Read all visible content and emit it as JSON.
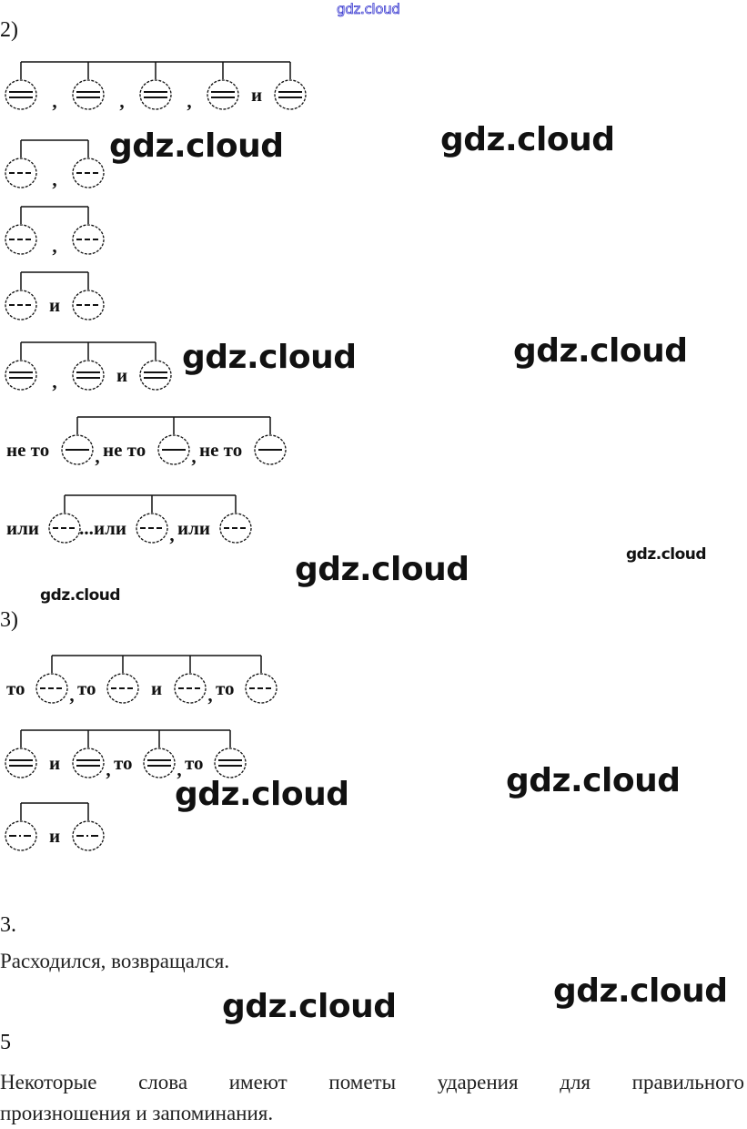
{
  "watermarks": {
    "top": "gdz.cloud",
    "text": "gdz.cloud"
  },
  "section_2": {
    "label": "2)",
    "diagrams": [
      {
        "id": "d2-1",
        "items": [
          {
            "type": "circle",
            "mark": "double"
          },
          {
            "type": "sep",
            "text": ","
          },
          {
            "type": "circle",
            "mark": "double"
          },
          {
            "type": "sep",
            "text": ","
          },
          {
            "type": "circle",
            "mark": "double"
          },
          {
            "type": "sep",
            "text": ","
          },
          {
            "type": "circle",
            "mark": "double"
          },
          {
            "type": "sep",
            "text": "и"
          },
          {
            "type": "circle",
            "mark": "double"
          }
        ]
      },
      {
        "id": "d2-2",
        "items": [
          {
            "type": "circle",
            "mark": "dashed"
          },
          {
            "type": "sep",
            "text": ","
          },
          {
            "type": "circle",
            "mark": "dashed"
          }
        ]
      },
      {
        "id": "d2-3",
        "items": [
          {
            "type": "circle",
            "mark": "dashed"
          },
          {
            "type": "sep",
            "text": ","
          },
          {
            "type": "circle",
            "mark": "dashed"
          }
        ]
      },
      {
        "id": "d2-4",
        "items": [
          {
            "type": "circle",
            "mark": "dashed"
          },
          {
            "type": "sep",
            "text": "и"
          },
          {
            "type": "circle",
            "mark": "dashed"
          }
        ]
      },
      {
        "id": "d2-5",
        "items": [
          {
            "type": "circle",
            "mark": "double"
          },
          {
            "type": "sep",
            "text": ","
          },
          {
            "type": "circle",
            "mark": "double"
          },
          {
            "type": "sep",
            "text": "и"
          },
          {
            "type": "circle",
            "mark": "double"
          }
        ]
      },
      {
        "id": "d2-6",
        "items": [
          {
            "type": "word",
            "text": "не то"
          },
          {
            "type": "circle",
            "mark": "single"
          },
          {
            "type": "sep",
            "text": ","
          },
          {
            "type": "word",
            "text": "не то"
          },
          {
            "type": "circle",
            "mark": "single"
          },
          {
            "type": "sep",
            "text": ","
          },
          {
            "type": "word",
            "text": "не то"
          },
          {
            "type": "circle",
            "mark": "single"
          }
        ]
      },
      {
        "id": "d2-7",
        "items": [
          {
            "type": "word",
            "text": "или"
          },
          {
            "type": "circle",
            "mark": "dashed"
          },
          {
            "type": "sep",
            "text": "..."
          },
          {
            "type": "word",
            "text": "или"
          },
          {
            "type": "circle",
            "mark": "dashed"
          },
          {
            "type": "sep",
            "text": ","
          },
          {
            "type": "word",
            "text": "или"
          },
          {
            "type": "circle",
            "mark": "dashed"
          }
        ]
      }
    ]
  },
  "section_3": {
    "label": "3)",
    "diagrams": [
      {
        "id": "d3-1",
        "items": [
          {
            "type": "word",
            "text": "то"
          },
          {
            "type": "circle",
            "mark": "dashed"
          },
          {
            "type": "sep",
            "text": ","
          },
          {
            "type": "word",
            "text": "то"
          },
          {
            "type": "circle",
            "mark": "dashed"
          },
          {
            "type": "sep",
            "text": "и"
          },
          {
            "type": "circle",
            "mark": "dashed"
          },
          {
            "type": "sep",
            "text": ","
          },
          {
            "type": "word",
            "text": "то"
          },
          {
            "type": "circle",
            "mark": "dashed"
          }
        ]
      },
      {
        "id": "d3-2",
        "items": [
          {
            "type": "circle",
            "mark": "double"
          },
          {
            "type": "sep",
            "text": "и"
          },
          {
            "type": "circle",
            "mark": "double"
          },
          {
            "type": "sep",
            "text": ","
          },
          {
            "type": "word",
            "text": "то"
          },
          {
            "type": "circle",
            "mark": "double"
          },
          {
            "type": "sep",
            "text": ","
          },
          {
            "type": "word",
            "text": "то"
          },
          {
            "type": "circle",
            "mark": "double"
          }
        ]
      },
      {
        "id": "d3-3",
        "items": [
          {
            "type": "circle",
            "mark": "dashdot"
          },
          {
            "type": "sep",
            "text": "и"
          },
          {
            "type": "circle",
            "mark": "dashdot"
          }
        ]
      }
    ]
  },
  "task_3": {
    "number": "3.",
    "text": "Расходился, возвращался."
  },
  "task_5": {
    "number": "5",
    "line1": "Некоторые слова имеют пометы ударения для правильного",
    "line2": "произношения и запоминания."
  }
}
